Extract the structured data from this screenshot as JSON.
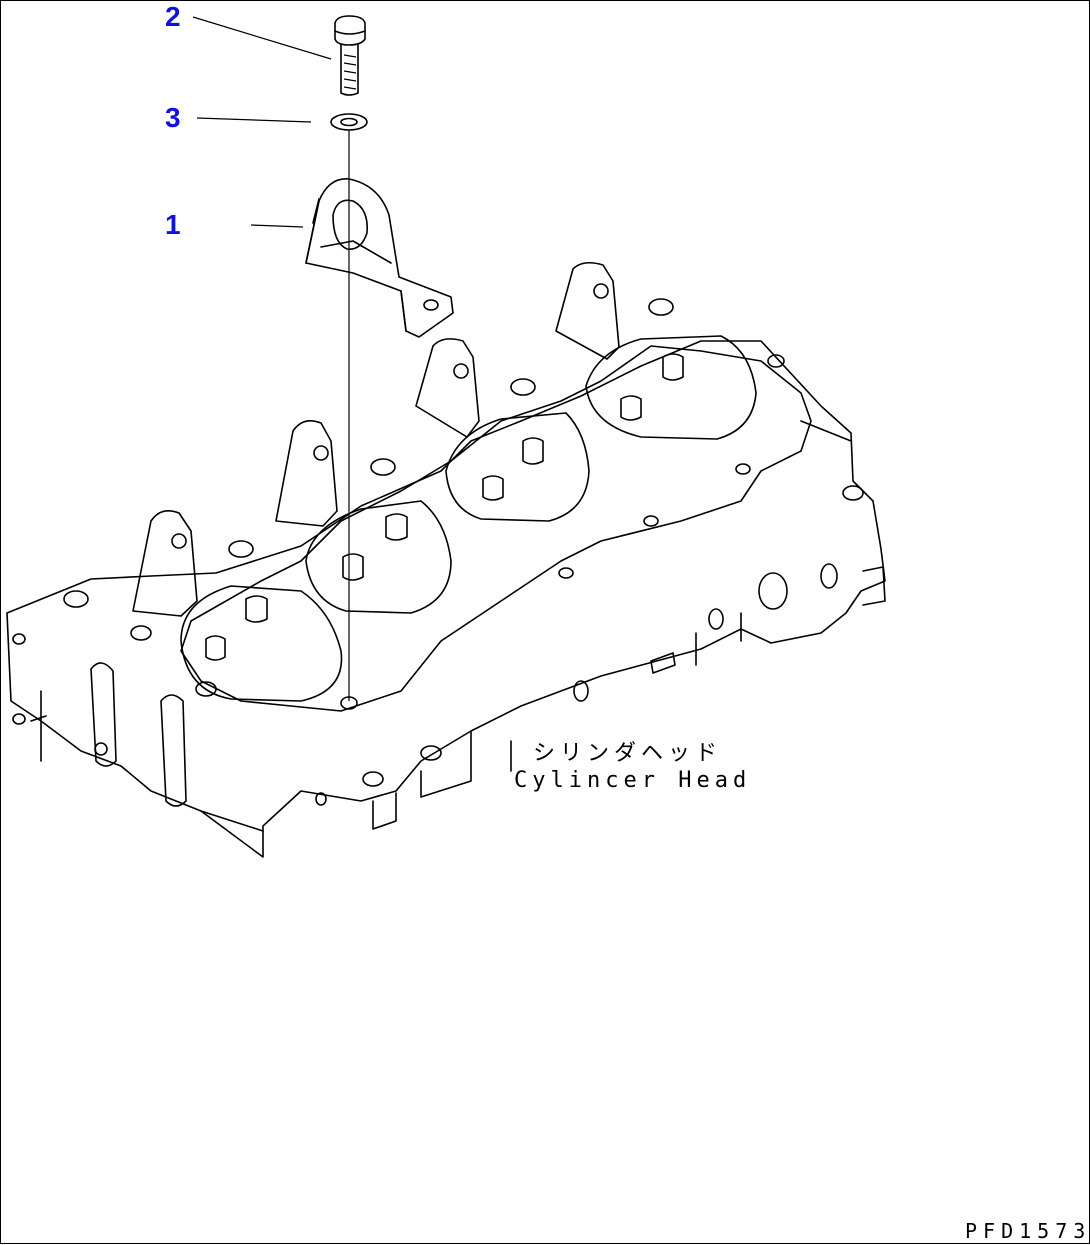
{
  "callouts": [
    {
      "id": "1",
      "label": "1"
    },
    {
      "id": "2",
      "label": "2"
    },
    {
      "id": "3",
      "label": "3"
    }
  ],
  "caption": {
    "japanese": "シリンダヘッド",
    "english": "Cylincer Head"
  },
  "drawing_code": "PFD1573",
  "colors": {
    "callout": "#1111dd",
    "line": "#000000",
    "background": "#ffffff"
  }
}
